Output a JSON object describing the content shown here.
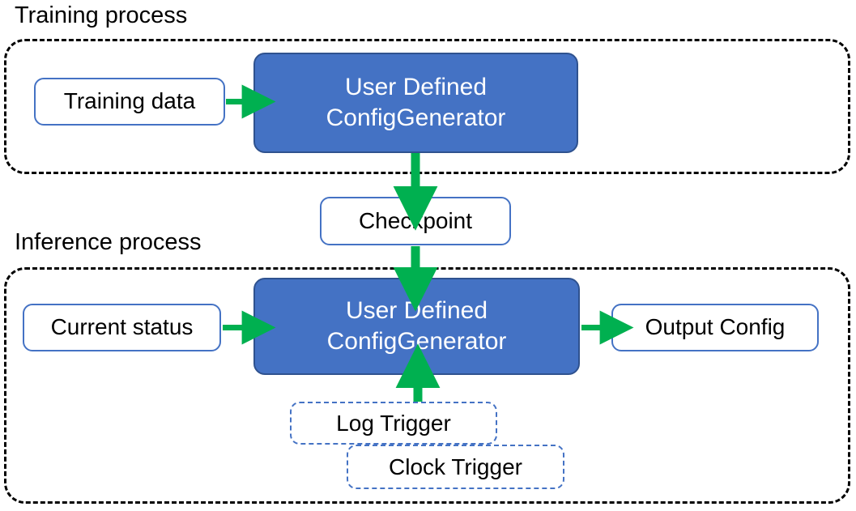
{
  "diagram": {
    "title_training": "Training process",
    "title_inference": "Inference process",
    "colors": {
      "process_fill": "#4472C4",
      "process_border": "#2F528F",
      "node_border": "#4472C4",
      "arrow": "#00B050",
      "group_border": "#000000",
      "text_dark": "#000000",
      "text_light": "#FFFFFF"
    }
  },
  "training": {
    "group_label": "Training process",
    "input": {
      "label": "Training data"
    },
    "process": {
      "line1": "User Defined",
      "line2": "ConfigGenerator"
    },
    "arrows": [
      {
        "name": "training-data-to-generator",
        "direction": "right"
      },
      {
        "name": "generator-to-checkpoint",
        "direction": "down"
      }
    ]
  },
  "checkpoint": {
    "label": "Checkpoint"
  },
  "inference": {
    "group_label": "Inference process",
    "input": {
      "label": "Current status"
    },
    "process": {
      "line1": "User Defined",
      "line2": "ConfigGenerator"
    },
    "output": {
      "label": "Output Config"
    },
    "triggers": [
      {
        "label": "Log Trigger"
      },
      {
        "label": "Clock Trigger"
      }
    ],
    "arrows": [
      {
        "name": "checkpoint-to-generator",
        "direction": "down"
      },
      {
        "name": "current-status-to-generator",
        "direction": "right"
      },
      {
        "name": "generator-to-output-config",
        "direction": "right"
      },
      {
        "name": "triggers-to-generator",
        "direction": "up"
      }
    ]
  }
}
